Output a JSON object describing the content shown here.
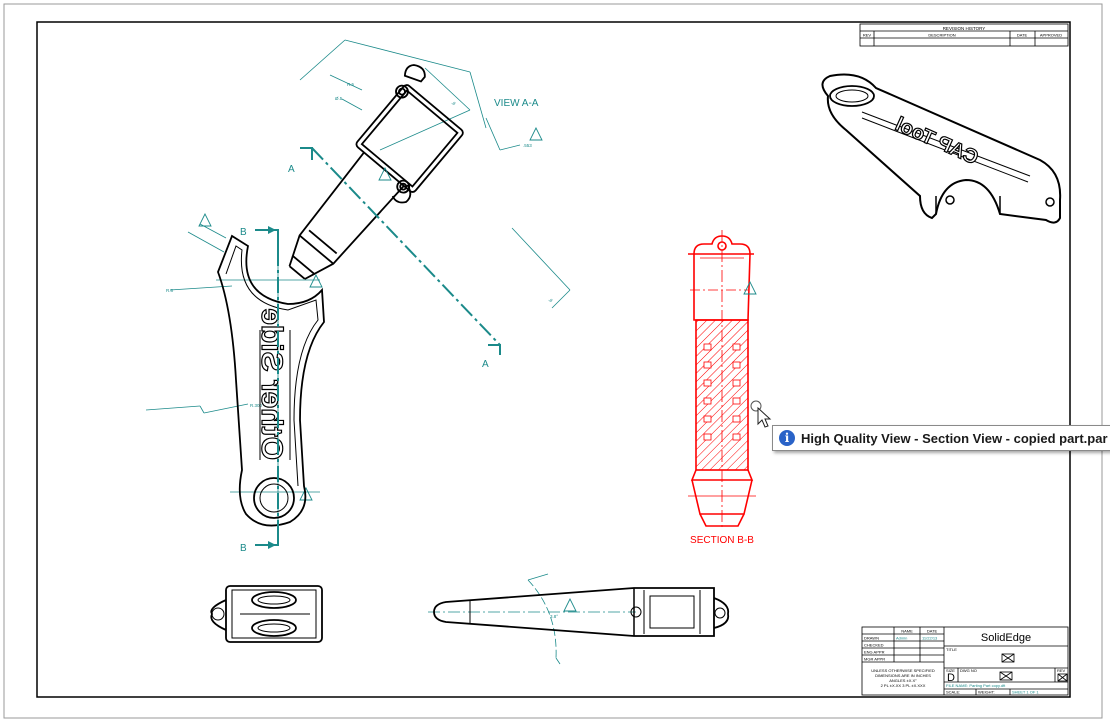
{
  "drawing": {
    "view_a_label": "VIEW A-A",
    "section_label": "SECTION B-B",
    "cut_a_top": "A",
    "cut_a_bottom": "A",
    "cut_b_top": "B",
    "cut_b_bottom": "B",
    "emboss_left": "Other Side",
    "emboss_iso": "CAP Tool"
  },
  "revision_history": {
    "title": "REVISION HISTORY",
    "headers": [
      "REV",
      "DESCRIPTION",
      "DATE",
      "APPROVED"
    ]
  },
  "title_block": {
    "company": "SolidEdge",
    "name_header": "NAME",
    "date_header": "DATE",
    "rows": [
      "DRAWN",
      "CHECKED",
      "ENG APPR",
      "MGR APPR"
    ],
    "drawn_name": "Admin",
    "drawn_date": "11/22/13",
    "title_label": "TITLE",
    "size_label": "SIZE",
    "size_value": "D",
    "dwg_label": "DWG NO",
    "rev_label": "REV",
    "tolerance_note": [
      "UNLESS OTHERWISE SPECIFIED",
      "DIMENSIONS ARE IN INCHES",
      "ANGLES ±X.X°",
      "2 PL ±X.XX  3 PL ±X.XXX"
    ],
    "file_name": "FILE NAME: Parting Part copy.dft",
    "scale_label": "SCALE:",
    "weight_label": "WEIGHT:",
    "sheet_label": "SHEET 1 OF 1"
  },
  "tooltip": {
    "icon": "info-icon",
    "text": "High Quality View - Section View - copied part.par"
  },
  "colors": {
    "teal": "#1b8a8a",
    "selected": "#ff0000",
    "line": "#000000"
  }
}
